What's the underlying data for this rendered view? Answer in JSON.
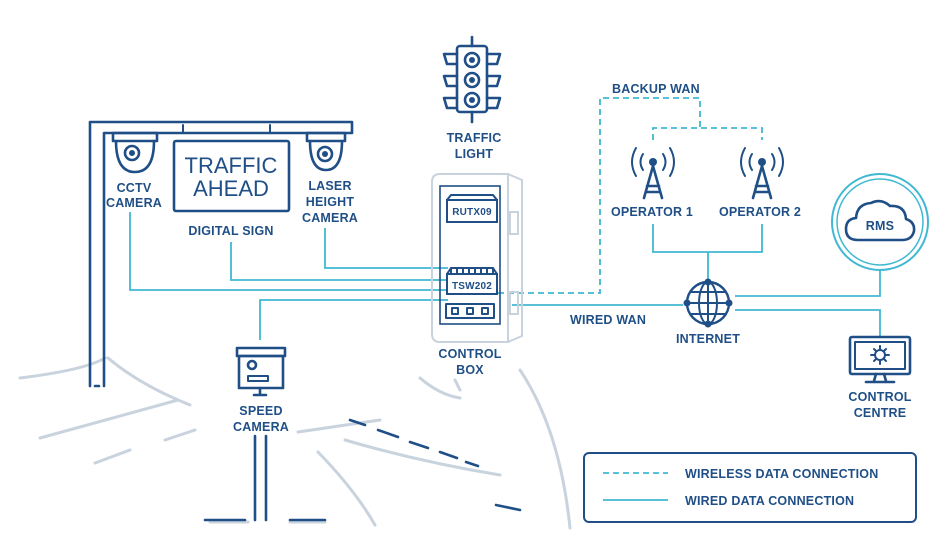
{
  "labels": {
    "cctv_line1": "CCTV",
    "cctv_line2": "CAMERA",
    "sign_line1": "TRAFFIC",
    "sign_line2": "AHEAD",
    "digital_sign": "DIGITAL SIGN",
    "laser_line1": "LASER",
    "laser_line2": "HEIGHT",
    "laser_line3": "CAMERA",
    "traffic_line1": "TRAFFIC",
    "traffic_line2": "LIGHT",
    "rutx09": "RUTX09",
    "tsw202": "TSW202",
    "control_box_line1": "CONTROL",
    "control_box_line2": "BOX",
    "speed_line1": "SPEED",
    "speed_line2": "CAMERA",
    "backup_wan": "BACKUP WAN",
    "operator1": "OPERATOR 1",
    "operator2": "OPERATOR 2",
    "wired_wan": "WIRED WAN",
    "internet": "INTERNET",
    "rms": "RMS",
    "control_centre_line1": "CONTROL",
    "control_centre_line2": "CENTRE"
  },
  "legend": {
    "wireless": "WIRELESS DATA CONNECTION",
    "wired": "WIRED DATA CONNECTION"
  },
  "colors": {
    "navy": "#1f4f86",
    "cyan": "#40b8d2",
    "gray": "#c9d3de"
  },
  "icons": {
    "cctv": "dome-camera-icon",
    "laser": "dome-camera-icon",
    "traffic_light": "traffic-light-icon",
    "tower": "cell-tower-icon",
    "internet": "globe-network-icon",
    "rms": "cloud-icon",
    "control_centre": "monitor-gear-icon"
  }
}
